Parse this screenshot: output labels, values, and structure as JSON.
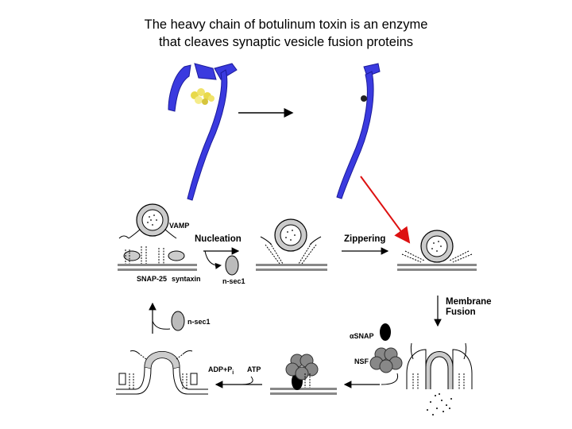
{
  "title_line1": "The heavy chain of botulinum toxin is an enzyme",
  "title_line2": "that cleaves synaptic vesicle fusion proteins",
  "labels": {
    "vamp": "VAMP",
    "snap25": "SNAP-25",
    "syntaxin": "syntaxin",
    "nsec1_top": "n-sec1",
    "nsec1_left": "n-sec1",
    "nucleation": "Nucleation",
    "zippering": "Zippering",
    "membrane": "Membrane",
    "fusion": "Fusion",
    "asnap": "αSNAP",
    "nsf": "NSF",
    "adp": "ADP+P",
    "adp_sub": "i",
    "atp": "ATP"
  },
  "colors": {
    "toxin": "#3a3adf",
    "red_arrow": "#dd1111",
    "gray": "#888888",
    "vesicle": "#cccccc"
  }
}
